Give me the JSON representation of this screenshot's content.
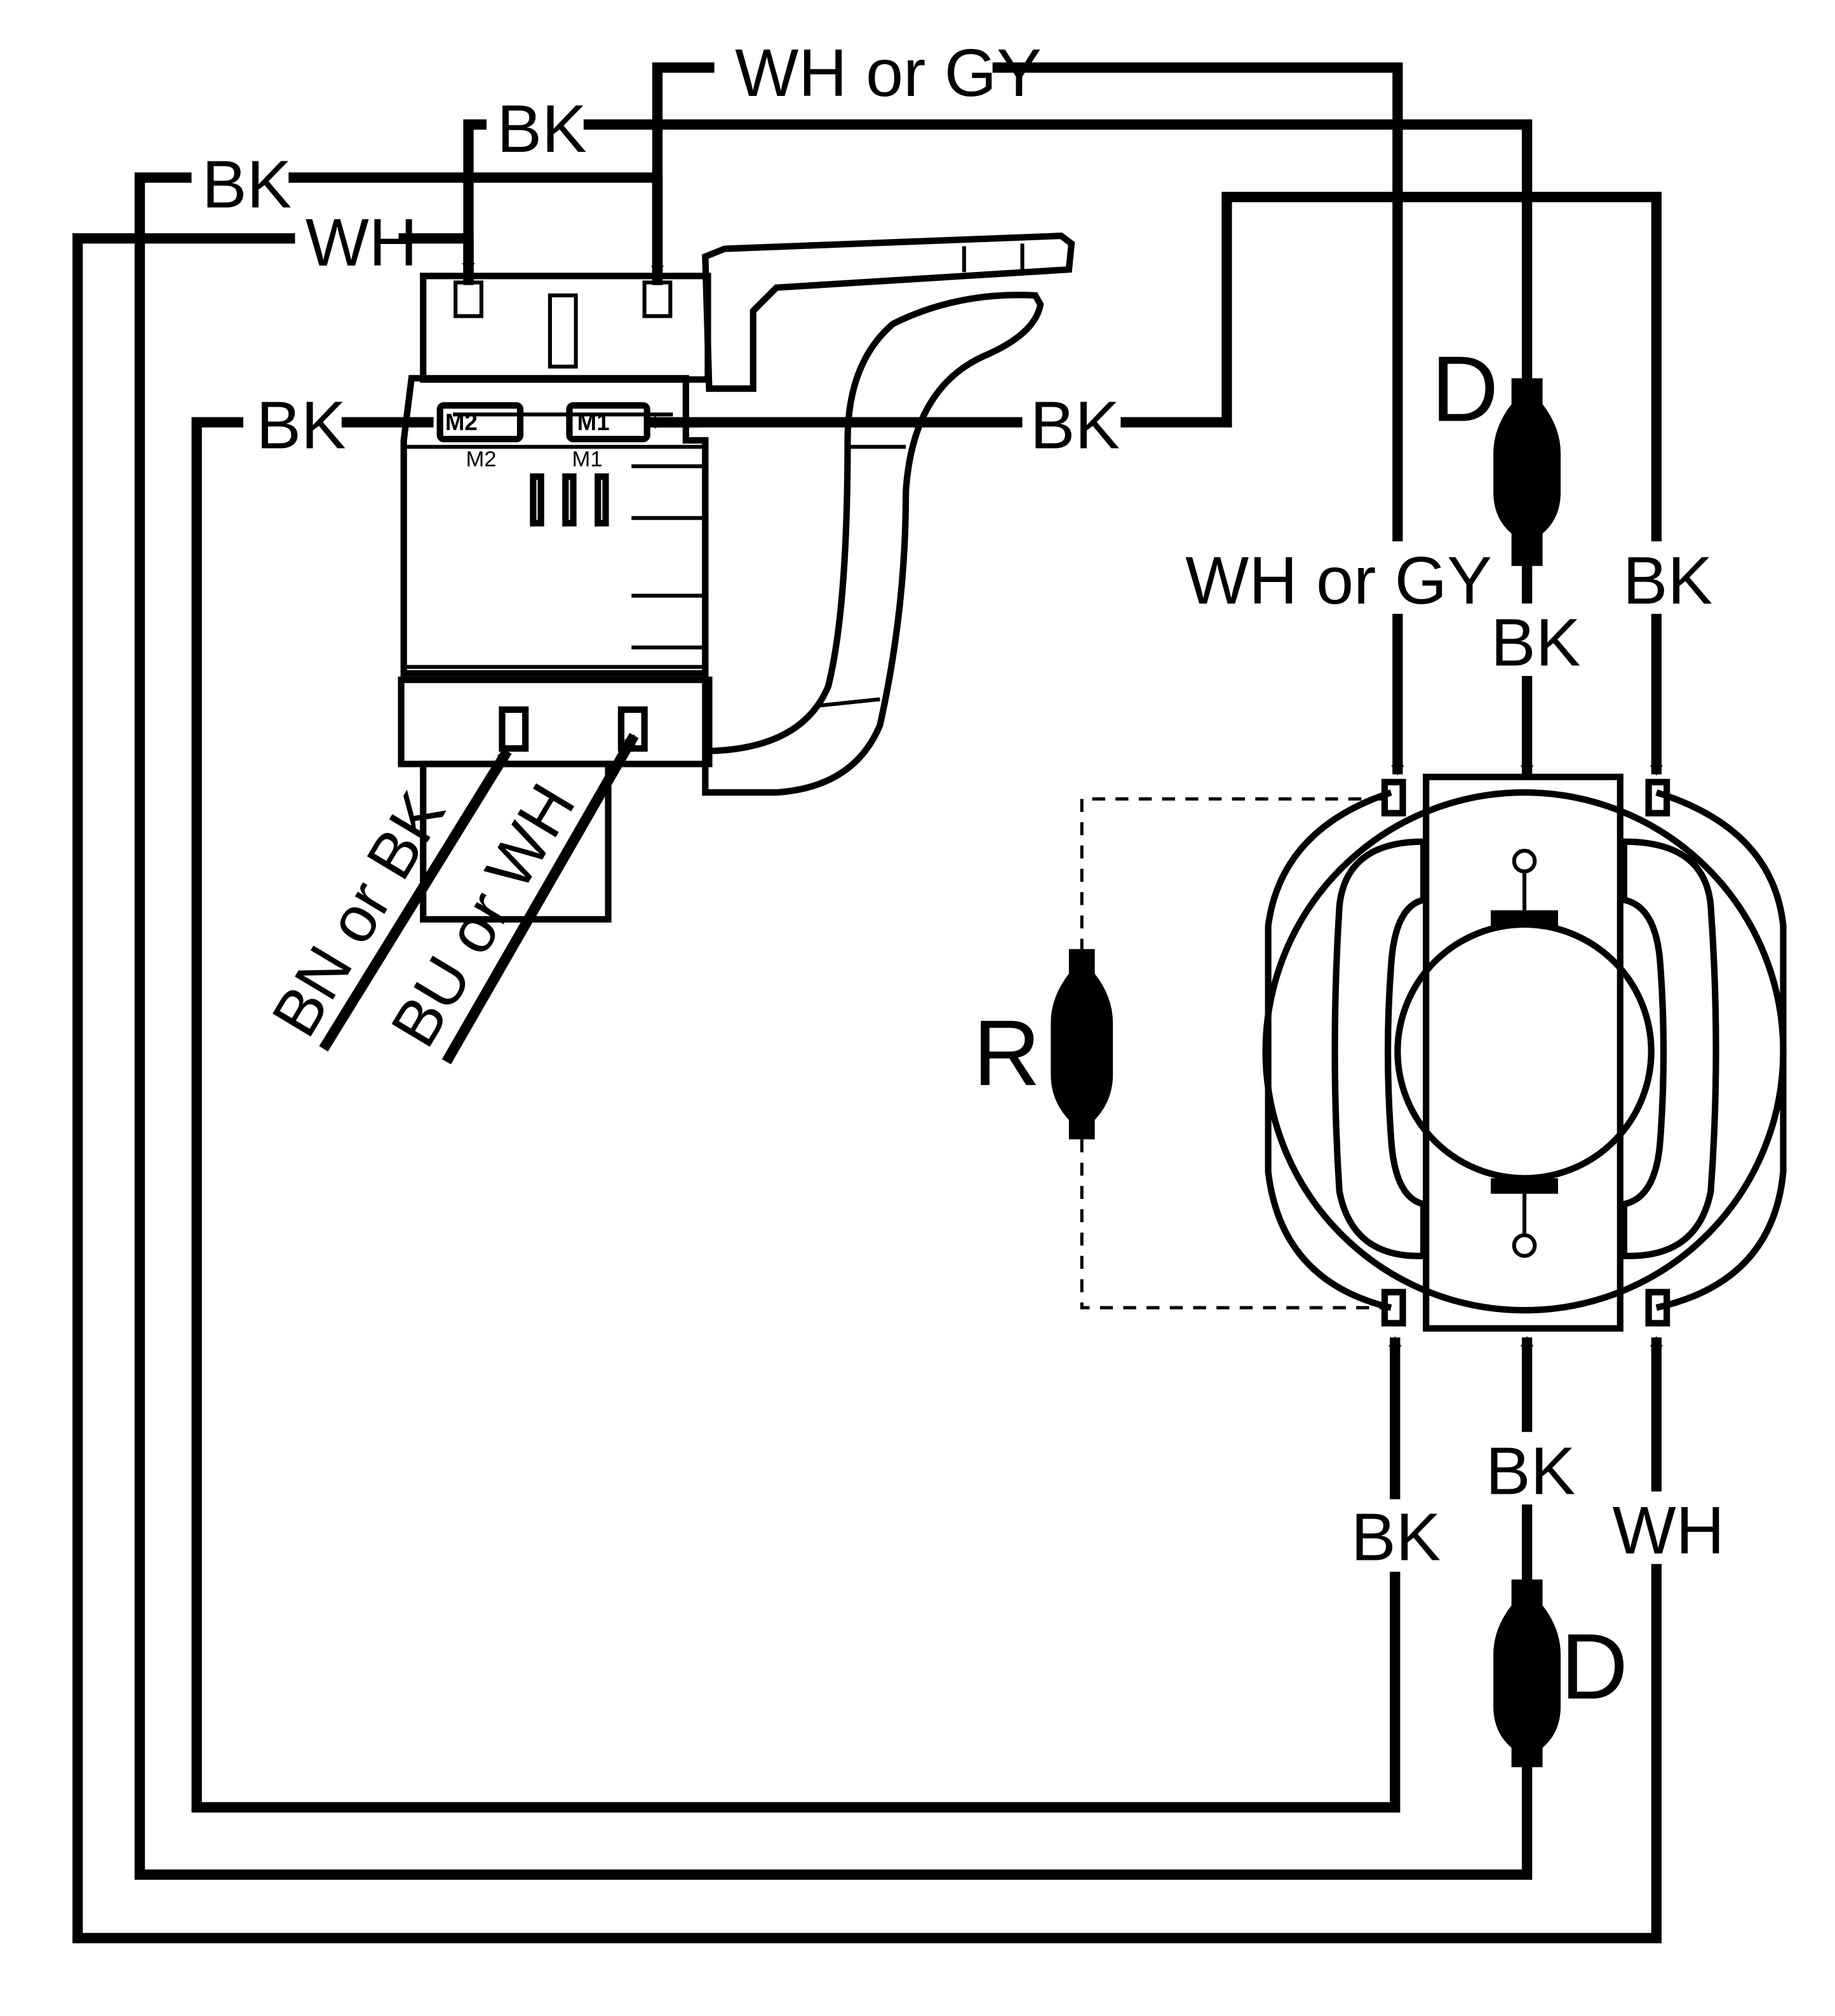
{
  "labels": {
    "top_wh_or_gy": "WH or GY",
    "top_bk_2": "BK",
    "top_bk_3": "BK",
    "top_wh": "WH",
    "left_bk_m2": "BK",
    "right_bk_m1": "BK",
    "right_wh_or_gy": "WH or GY",
    "right_bk_outer": "BK",
    "right_bk_mid": "BK",
    "lower_bk_left": "BK",
    "lower_bk_mid": "BK",
    "lower_wh": "WH",
    "bn_or_bk": "BN or BK",
    "bu_or_wh": "BU or WH",
    "diode_top": "D",
    "diode_bottom": "D",
    "resistor": "R",
    "switch_m2_tab": "M2",
    "switch_m1_tab": "M1",
    "switch_m2_caption": "M2",
    "switch_m1_caption": "M1"
  }
}
